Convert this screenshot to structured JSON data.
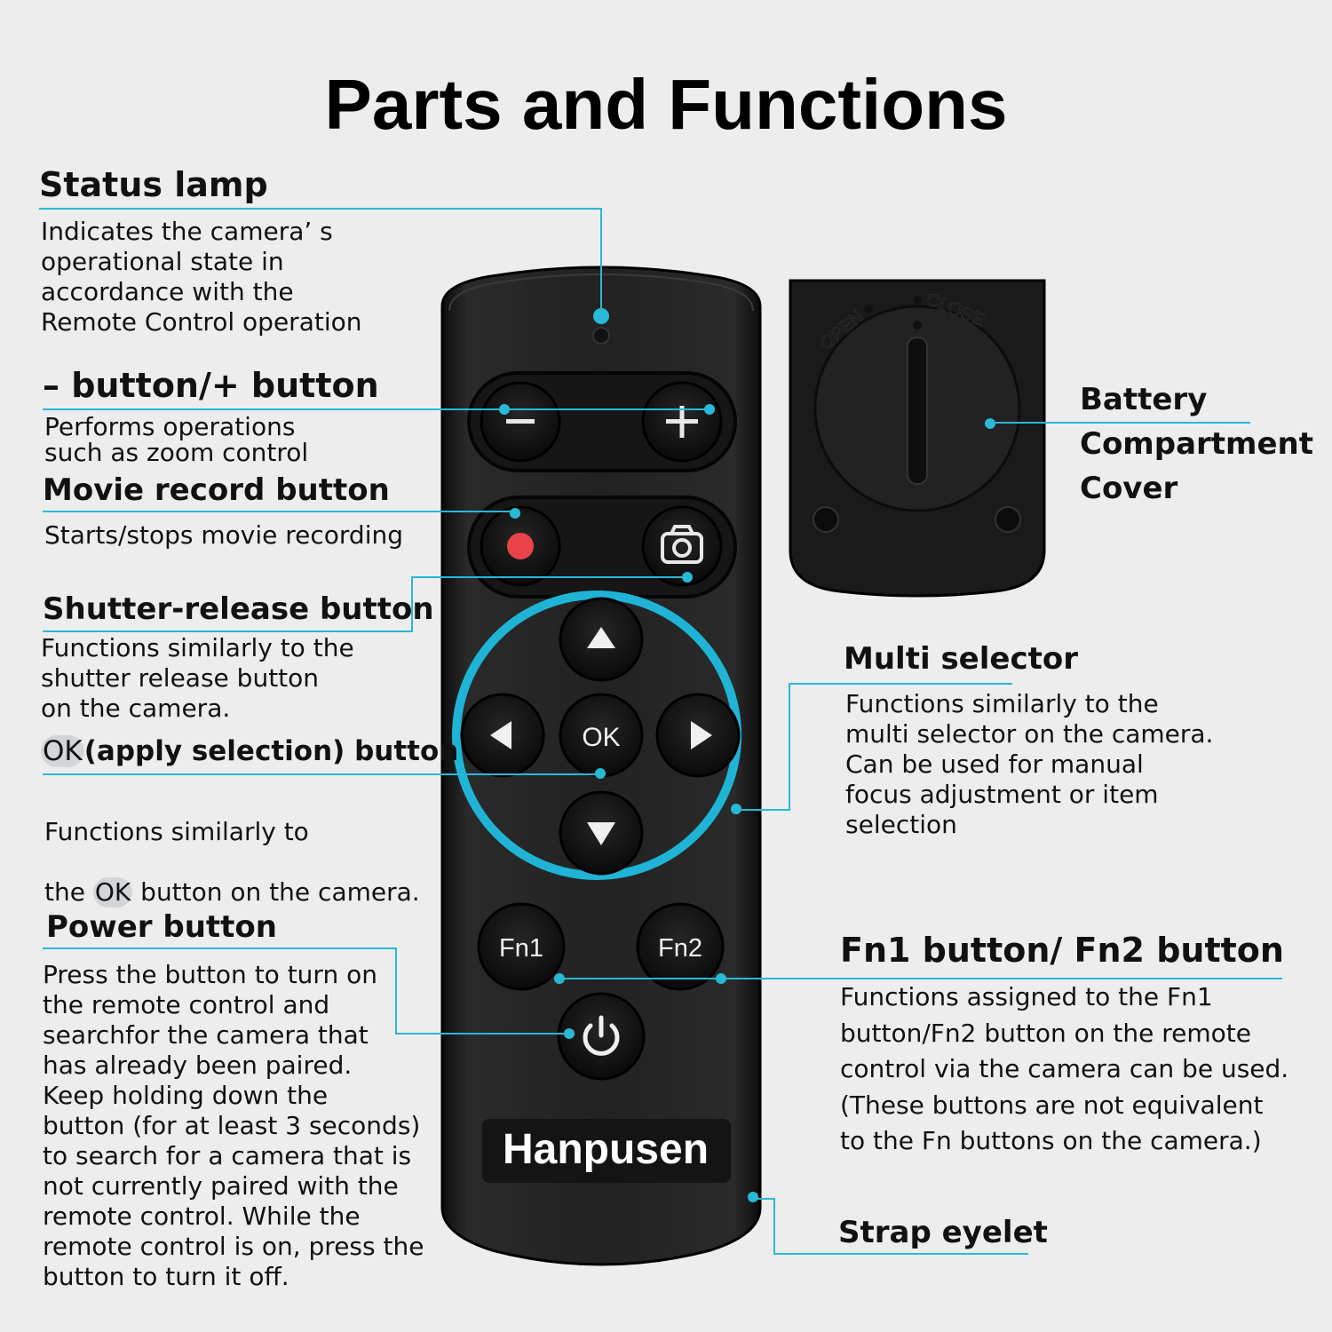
{
  "title": "Parts and Functions",
  "brand": "Hanpusen",
  "accent_color": "#29b8d6",
  "remote": {
    "button_labels": {
      "ok": "OK",
      "fn1": "Fn1",
      "fn2": "Fn2"
    },
    "battery_cover": {
      "open_label": "OPEN",
      "close_label": "CLOSE"
    }
  },
  "parts": {
    "status_lamp": {
      "heading": "Status lamp",
      "description": "Indicates the camera’ s\noperational state in\naccordance with the\nRemote Control operation"
    },
    "minus_plus": {
      "heading": "– button/+ button",
      "description": "Performs operations\nsuch as zoom control"
    },
    "movie_record": {
      "heading": "Movie record button",
      "description": "Starts/stops movie recording"
    },
    "shutter_release": {
      "heading": "Shutter-release button",
      "description": "Functions similarly to the\nshutter release button\non the camera."
    },
    "ok_button": {
      "heading_ok": "OK",
      "heading_rest": "(apply selection) button",
      "description_line1": "Functions similarly to",
      "description_pre": "the ",
      "description_ok": "OK",
      "description_post": " button on the camera."
    },
    "power_button": {
      "heading": "Power button",
      "description": "Press the button to turn on\nthe remote control and\nsearchfor the camera that\nhas already been paired.\nKeep holding down the\nbutton (for at least 3 seconds)\nto search for a camera that is\nnot currently paired with the\nremote control. While the\nremote control is on, press the\nbutton to turn it off."
    },
    "battery_cover": {
      "heading": "Battery\nCompartment\nCover"
    },
    "multi_selector": {
      "heading": "Multi selector",
      "description": "Functions similarly to the\nmulti selector on the camera.\nCan be used for manual\nfocus adjustment or item\nselection"
    },
    "fn_buttons": {
      "heading": "Fn1 button/ Fn2 button",
      "description": "Functions assigned to the Fn1\nbutton/Fn2 button on the remote\ncontrol via the camera can be used.\n (These buttons are not equivalent\nto the Fn buttons on the camera.)"
    },
    "strap_eyelet": {
      "heading": "Strap eyelet"
    }
  }
}
